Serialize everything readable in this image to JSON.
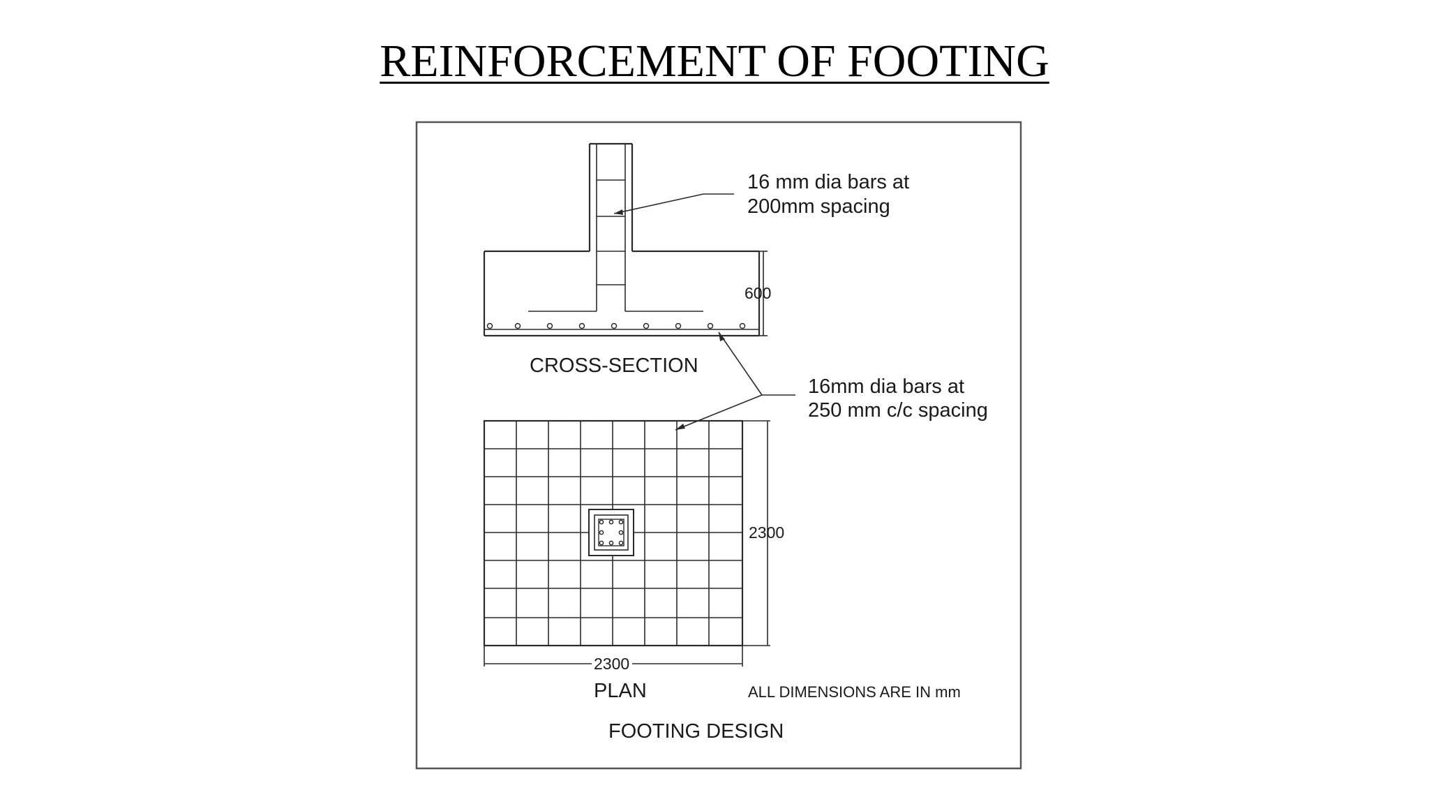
{
  "title": "REINFORCEMENT OF FOOTING",
  "labels": {
    "column_bars_line1": "16 mm dia bars at",
    "column_bars_line2": "200mm spacing",
    "depth": "600",
    "cross_section": "CROSS-SECTION",
    "base_bars_line1": "16mm dia bars at",
    "base_bars_line2": "250 mm c/c spacing",
    "plan_width": "2300",
    "plan_length": "2300",
    "plan": "PLAN",
    "units_note": "ALL DIMENSIONS ARE IN mm",
    "footing_design": "FOOTING DESIGN"
  }
}
